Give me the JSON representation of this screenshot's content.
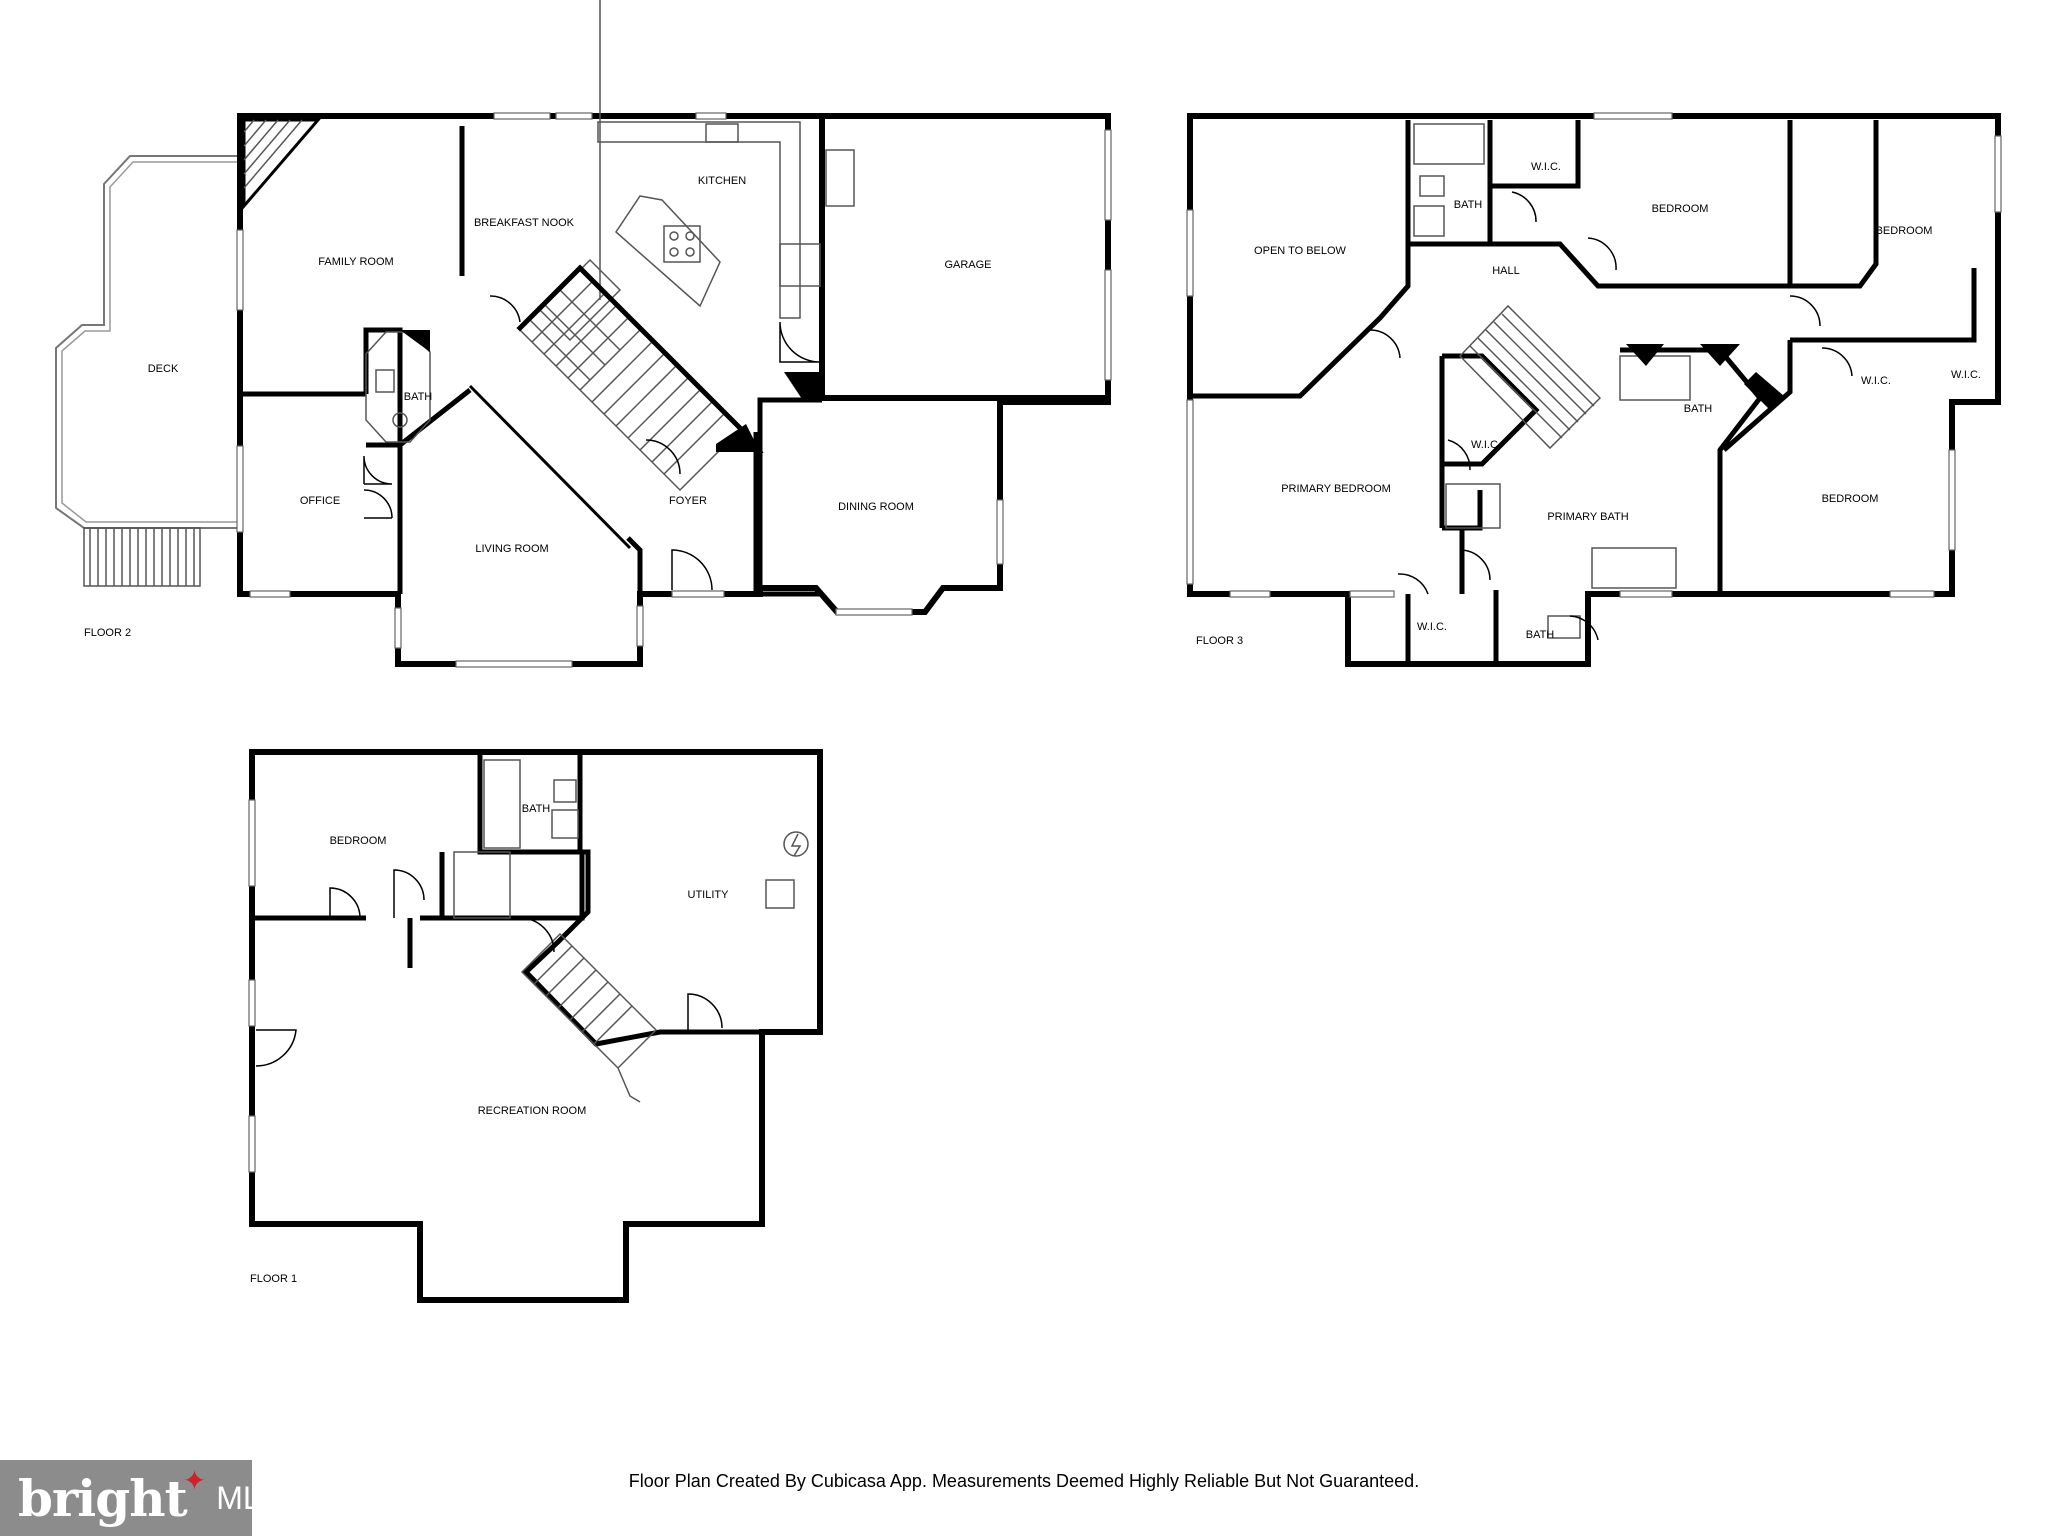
{
  "floor_2": {
    "floor_label": "FLOOR 2",
    "rooms": {
      "deck": "DECK",
      "family_room": "FAMILY ROOM",
      "breakfast_nook": "BREAKFAST NOOK",
      "kitchen": "KITCHEN",
      "garage": "GARAGE",
      "bath": "BATH",
      "office": "OFFICE",
      "living_room": "LIVING ROOM",
      "foyer": "FOYER",
      "dining_room": "DINING ROOM"
    }
  },
  "floor_3": {
    "floor_label": "FLOOR 3",
    "rooms": {
      "open_to_below": "OPEN TO BELOW",
      "bath_top": "BATH",
      "wic_top": "W.I.C.",
      "bedroom_top": "BEDROOM",
      "bedroom_right": "BEDROOM",
      "hall": "HALL",
      "bath_center": "BATH",
      "wic_right_a": "W.I.C.",
      "wic_right_b": "W.I.C.",
      "wic_center": "W.I.C.",
      "primary_bedroom": "PRIMARY BEDROOM",
      "primary_bath": "PRIMARY BATH",
      "bedroom_lower_right": "BEDROOM",
      "wic_bottom": "W.I.C.",
      "bath_bottom": "BATH"
    }
  },
  "floor_1": {
    "floor_label": "FLOOR 1",
    "rooms": {
      "bedroom": "BEDROOM",
      "bath": "BATH",
      "utility": "UTILITY",
      "recreation_room": "RECREATION ROOM"
    }
  },
  "footer": {
    "disclaimer": "Floor Plan Created By Cubicasa App. Measurements Deemed Highly Reliable But Not Guaranteed."
  },
  "logo": {
    "brand": "bright",
    "suffix": "MLS",
    "dot_color": "#d31f2a",
    "background": "#8c8c8c"
  }
}
